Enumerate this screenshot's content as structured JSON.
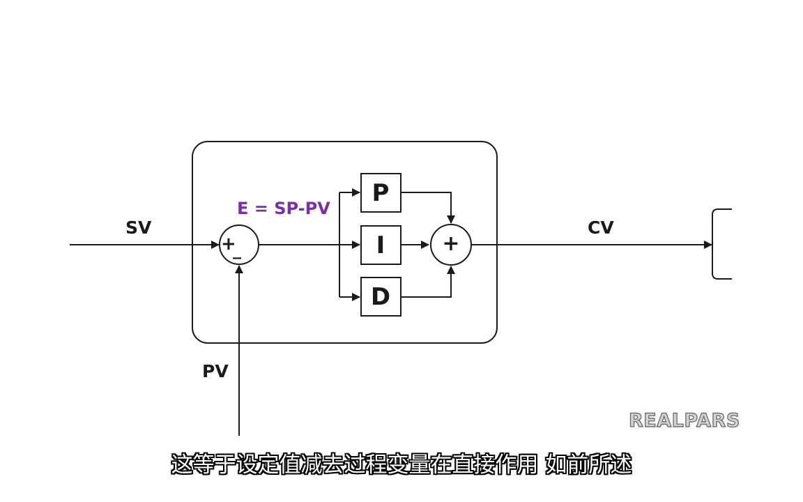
{
  "diagram": {
    "input_label": "SV",
    "feedback_label": "PV",
    "output_label": "CV",
    "error_equation": "E = SP-PV",
    "summing_junction": {
      "plus": "+",
      "minus": "_"
    },
    "blocks": {
      "p": "P",
      "i": "I",
      "d": "D"
    },
    "output_sum": "+",
    "colors": {
      "line": "#1a1a1a",
      "equation": "#7a2fa6",
      "background": "#ffffff"
    }
  },
  "watermark": {
    "logo": "REALPARS"
  },
  "subtitle": {
    "text": "这等于设定值减去过程变量在直接作用 如前所述"
  }
}
